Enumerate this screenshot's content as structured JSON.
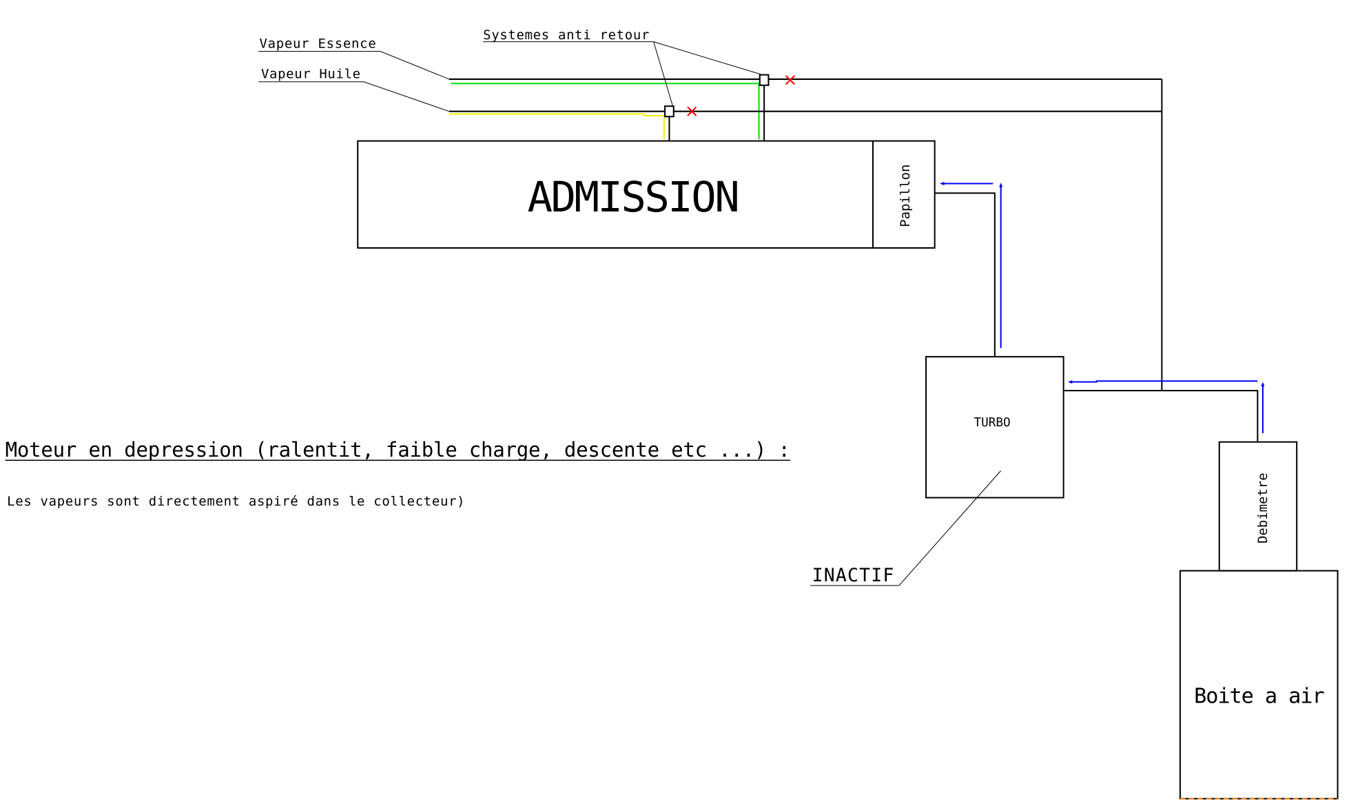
{
  "labels": {
    "vapeur_essence": "Vapeur Essence",
    "vapeur_huile": "Vapeur Huile",
    "anti_retour": "Systemes anti retour",
    "admission": "ADMISSION",
    "papillon": "Papillon",
    "turbo": "TURBO",
    "debimetre": "Debimetre",
    "boite_a_air": "Boite a air",
    "inactif": "INACTIF"
  },
  "description": {
    "heading": "Moteur en depression (ralentit, faible charge, descente etc ...) :",
    "text": "Les vapeurs sont directement aspiré dans le collecteur)"
  },
  "colors": {
    "essence_flow": "#00e000",
    "huile_flow": "#f0f000",
    "air_flow": "#0000ff",
    "blocked": "#ff0000",
    "filter_edge": "#ff8000"
  }
}
